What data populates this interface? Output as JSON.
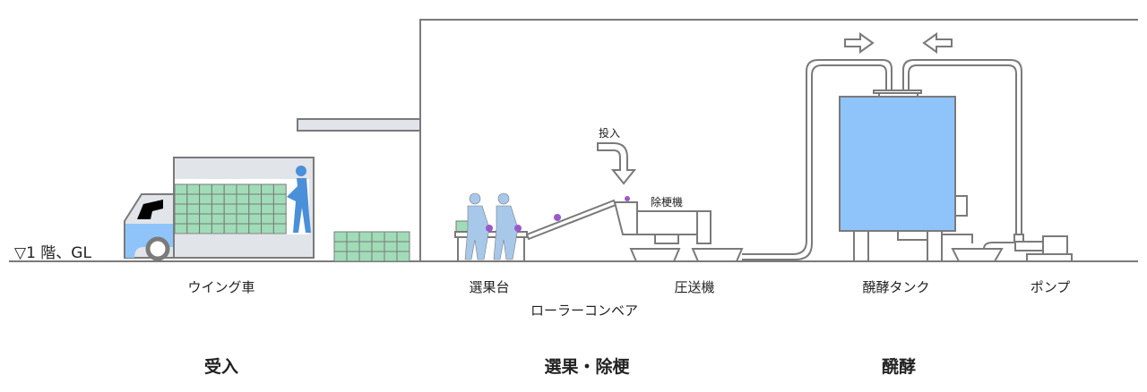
{
  "floor_label": "▽1 階、GL",
  "equipment": {
    "truck": "ウイング車",
    "sorting_table": "選果台",
    "roller_conveyor": "ローラーコンベア",
    "pump_feeder": "圧送機",
    "destemmer": "除梗機",
    "fermentation_tank": "醗酵タンク",
    "pump": "ポンプ",
    "input": "投入"
  },
  "sections": {
    "receiving": "受入",
    "sorting_destemming": "選果・除梗",
    "fermentation": "醗酵"
  },
  "colors": {
    "tank": "#8fc4fb",
    "crate": "#a0dcb8",
    "worker": "#4a90d9",
    "worker_light": "#a8c8ea",
    "grape": "#9b59c8",
    "line": "#7a7a7a"
  }
}
